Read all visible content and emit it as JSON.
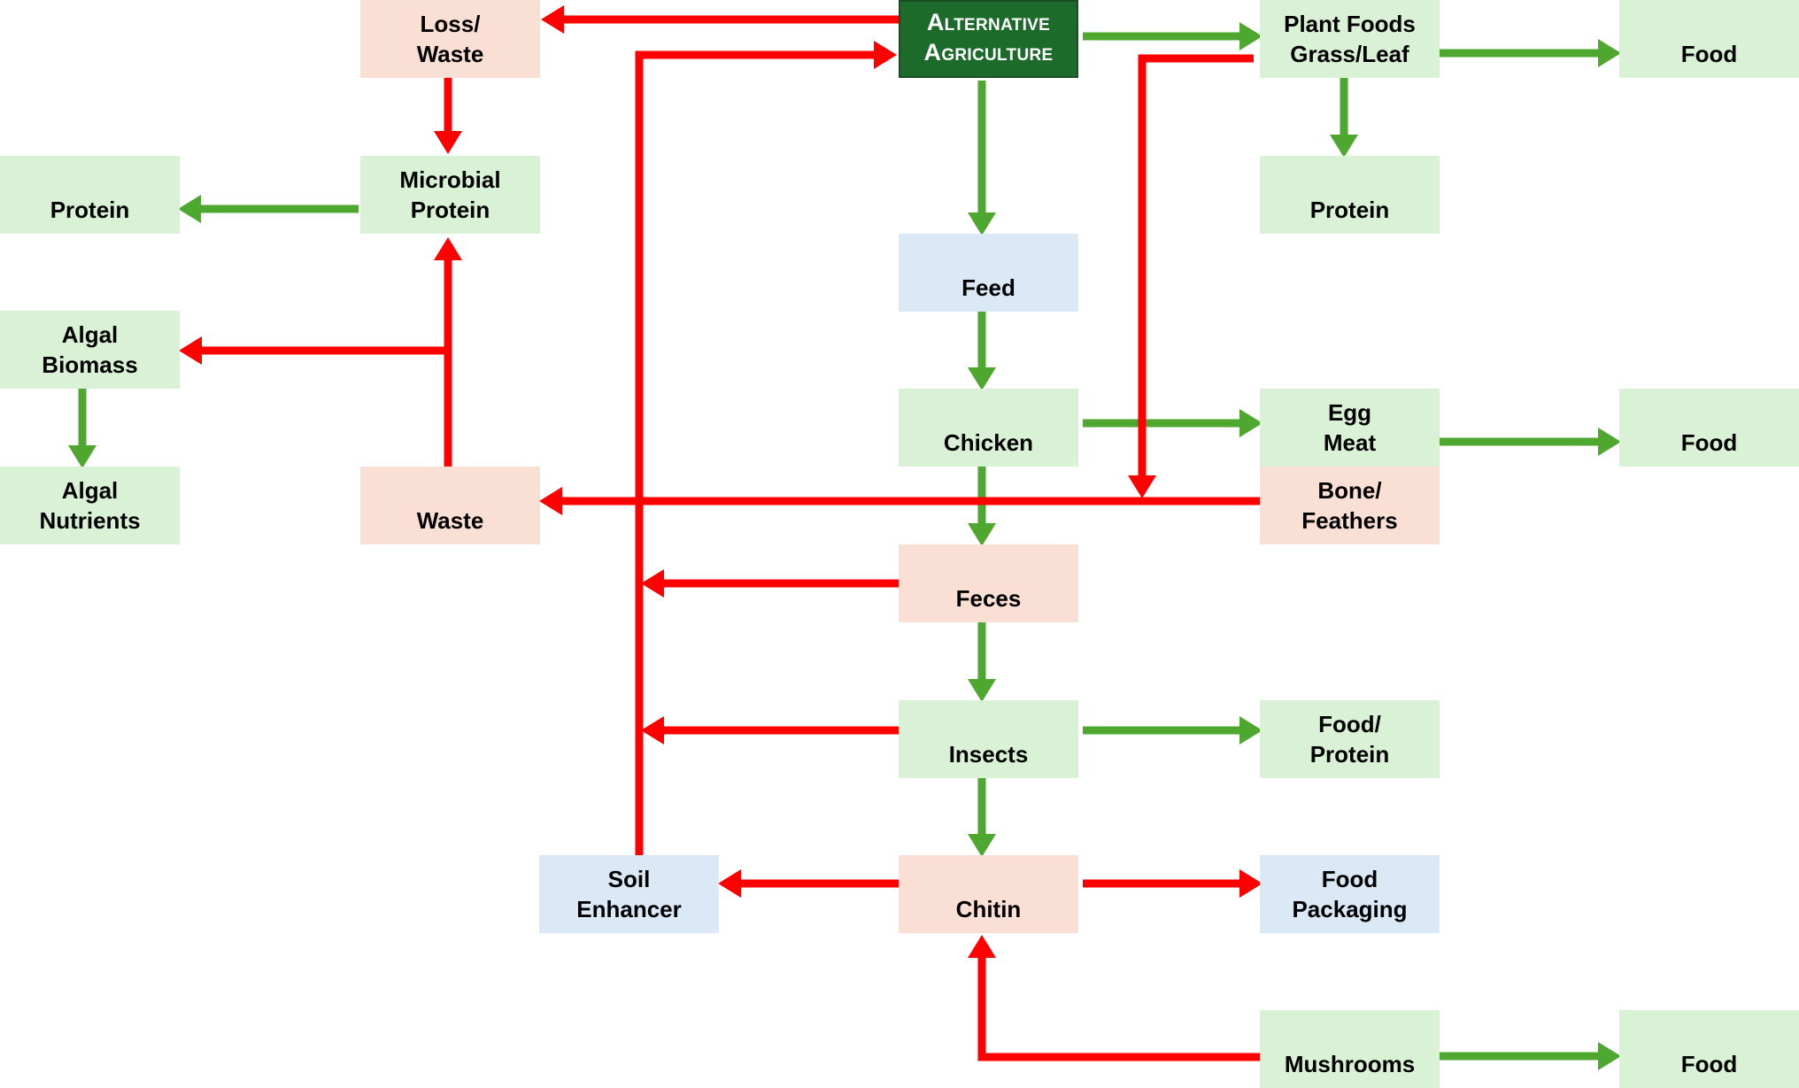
{
  "colors": {
    "green_arrow": "#4ea72e",
    "red_arrow": "#ff0000",
    "green_box": "#d9f1d4",
    "pink_box": "#fadfd5",
    "blue_box": "#dbe8f5",
    "dark_box": "#1d6b2a"
  },
  "nodes": {
    "alt_agriculture": [
      "Alternative",
      "Agriculture"
    ],
    "loss_waste": [
      "Loss/",
      "Waste"
    ],
    "plant_foods": [
      "Plant Foods",
      "Grass/Leaf"
    ],
    "food_top": [
      "Food"
    ],
    "protein_left": [
      "Protein"
    ],
    "microbial_protein": [
      "Microbial",
      "Protein"
    ],
    "protein_right": [
      "Protein"
    ],
    "feed": [
      "Feed"
    ],
    "algal_biomass": [
      "Algal",
      "Biomass"
    ],
    "chicken": [
      "Chicken"
    ],
    "egg_meat": [
      "Egg",
      "Meat"
    ],
    "food_mid": [
      "Food"
    ],
    "algal_nutrients": [
      "Algal",
      "Nutrients"
    ],
    "waste": [
      "Waste"
    ],
    "bone_feathers": [
      "Bone/",
      "Feathers"
    ],
    "feces": [
      "Feces"
    ],
    "insects": [
      "Insects"
    ],
    "food_protein": [
      "Food/",
      "Protein"
    ],
    "soil_enhancer": [
      "Soil",
      "Enhancer"
    ],
    "chitin": [
      "Chitin"
    ],
    "food_packaging": [
      "Food",
      "Packaging"
    ],
    "mushrooms": [
      "Mushrooms"
    ],
    "food_bottom": [
      "Food"
    ]
  }
}
